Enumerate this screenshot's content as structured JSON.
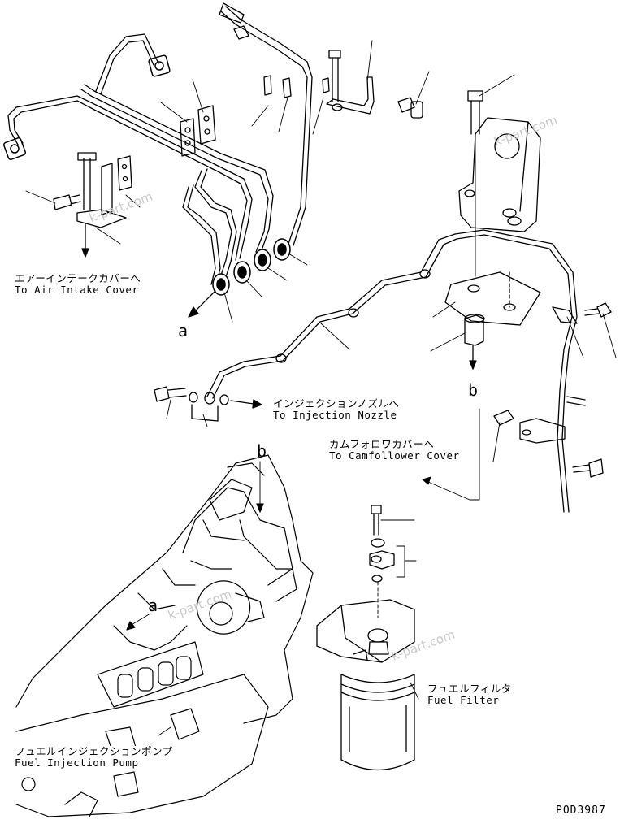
{
  "labels": {
    "air_intake": {
      "jp": "エアーインテークカバーへ",
      "en": "To Air Intake Cover"
    },
    "injection_nozzle": {
      "jp": "インジェクションノズルへ",
      "en": "To Injection Nozzle"
    },
    "camfollower": {
      "jp": "カムフォロワカバーへ",
      "en": "To Camfollower Cover"
    },
    "fuel_filter": {
      "jp": "フュエルフィルタ",
      "en": "Fuel Filter"
    },
    "injection_pump": {
      "jp": "フュエルインジェクションポンプ",
      "en": "Fuel Injection Pump"
    }
  },
  "refs": {
    "a": "a",
    "b": "b"
  },
  "watermark": "k-part.com",
  "drawing_code": "POD3987"
}
